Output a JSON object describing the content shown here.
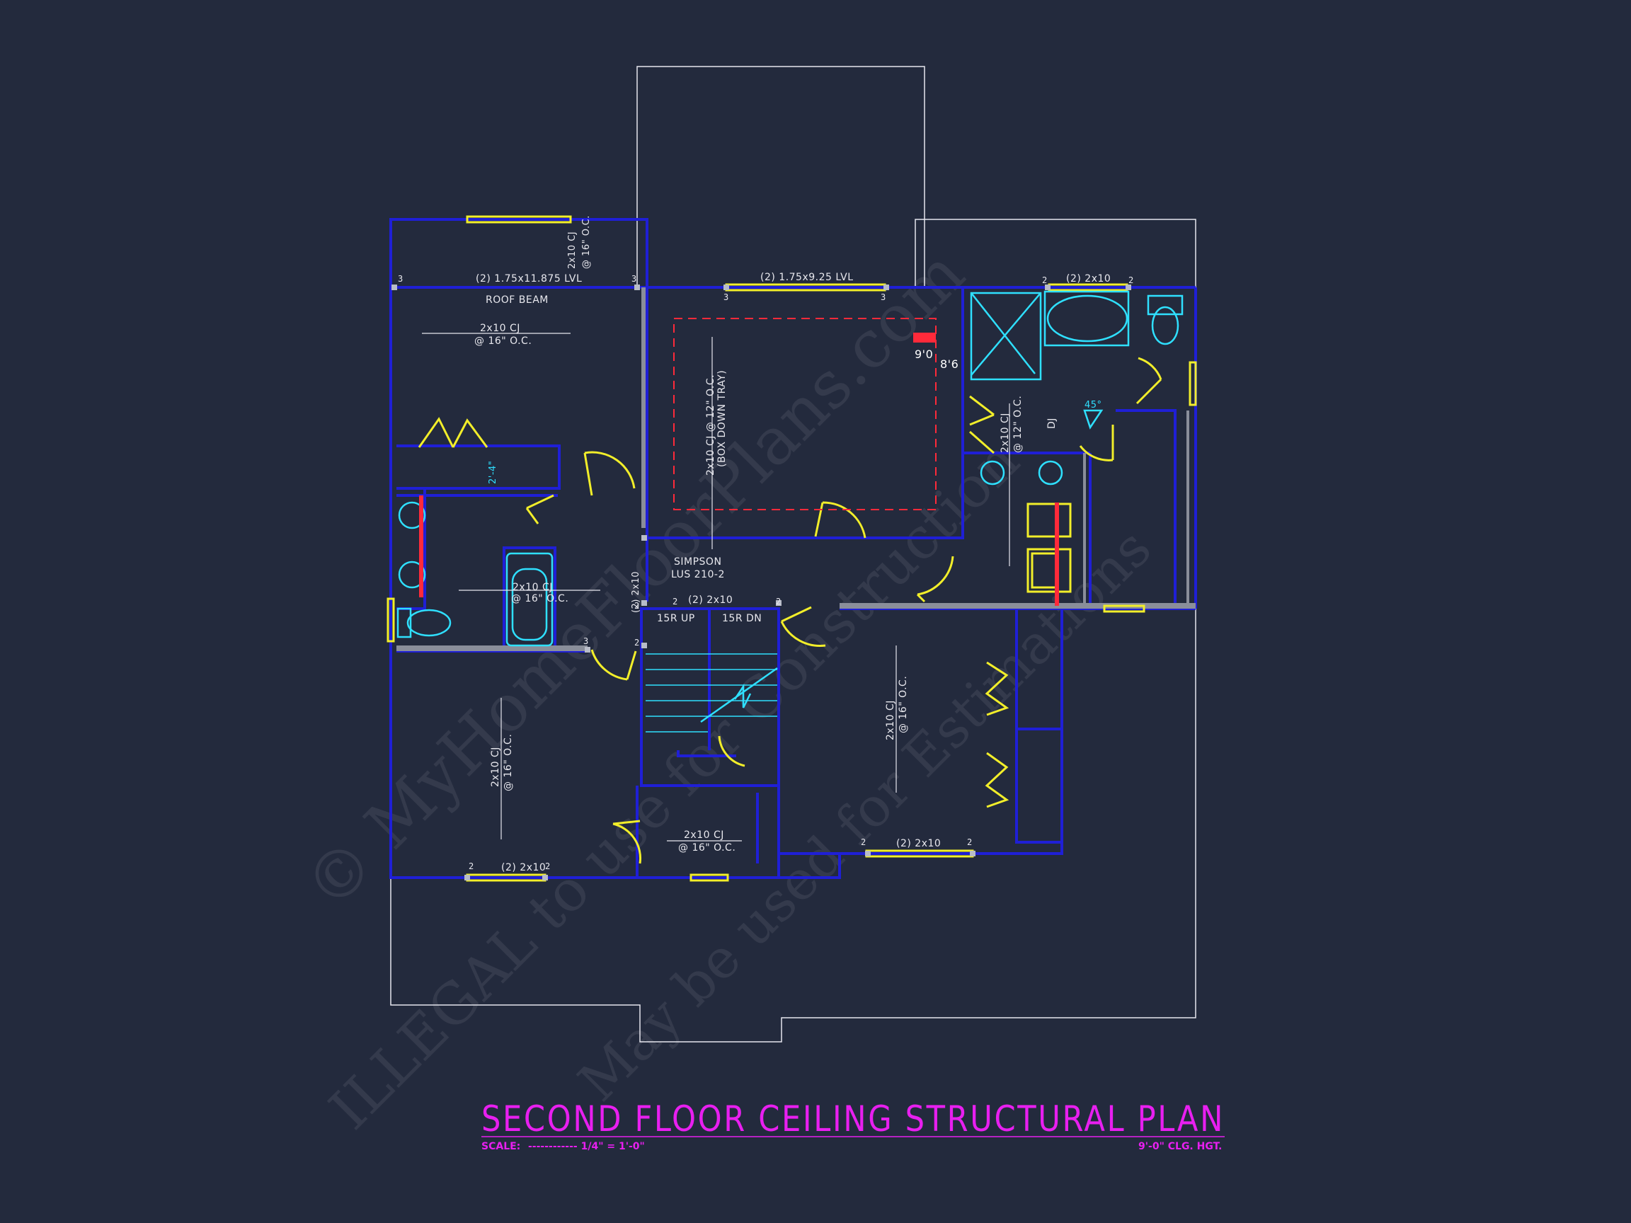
{
  "title": "SECOND FLOOR CEILING STRUCTURAL PLAN",
  "scale_label": "SCALE:",
  "scale_value": "------------ 1/4\" = 1'-0\"",
  "ceiling_height": "9'-0\" CLG. HGT.",
  "watermark": {
    "line1": "© MyHomeFloorPlans.com",
    "line2": "ILLEGAL to use for Construction",
    "line3": "May be used for Estimations"
  },
  "labels": {
    "beam_lvl_left": "(2) 1.75x11.875 LVL",
    "roof_beam": "ROOF BEAM",
    "beam_lvl_mid": "(2) 1.75x9.25 LVL",
    "beam_2x10_right": "(2) 2x10",
    "cj_top_small_a": "2x10 CJ",
    "cj_top_small_b": "@ 16\" O.C.",
    "cj_left_a": "2x10 CJ",
    "cj_left_b": "@ 16\" O.C.",
    "cj_tray_a": "2x10 CJ @ 12\" O.C.",
    "cj_tray_b": "(BOX DOWN TRAY)",
    "tray_elev_a": "9'0",
    "tray_elev_b": "8'6",
    "cj_bath_a": "2x10 CJ",
    "cj_bath_b": "@ 12\" O.C.",
    "dj": "DJ",
    "angle": "45°",
    "dim_closet": "2'-4\"",
    "cj_tub_a": "2x10 CJ",
    "cj_tub_b": "@ 16\" O.C.",
    "simpson_a": "SIMPSON",
    "simpson_b": "LUS 210-2",
    "beam_2x10_vert": "(2) 2x10",
    "beam_2x10_stair": "(2) 2x10",
    "stair_up": "15R UP",
    "stair_dn": "15R DN",
    "cj_bedleft_a": "2x10 CJ",
    "cj_bedleft_b": "@ 16\" O.C.",
    "cj_bedright_a": "2x10 CJ",
    "cj_bedright_b": "@ 16\" O.C.",
    "cj_hall_a": "2x10 CJ",
    "cj_hall_b": "@ 16\" O.C.",
    "beam_bottom_left": "(2) 2x10",
    "beam_bottom_right": "(2) 2x10",
    "n3": "3",
    "n2": "2"
  },
  "colors": {
    "background": "#232a3d",
    "wall": "#1f1fd6",
    "window": "#f2ee2a",
    "fixture": "#2fe0ff",
    "tray": "#ff2a3a",
    "title": "#e81ff0",
    "outline": "#e6e6ee"
  }
}
